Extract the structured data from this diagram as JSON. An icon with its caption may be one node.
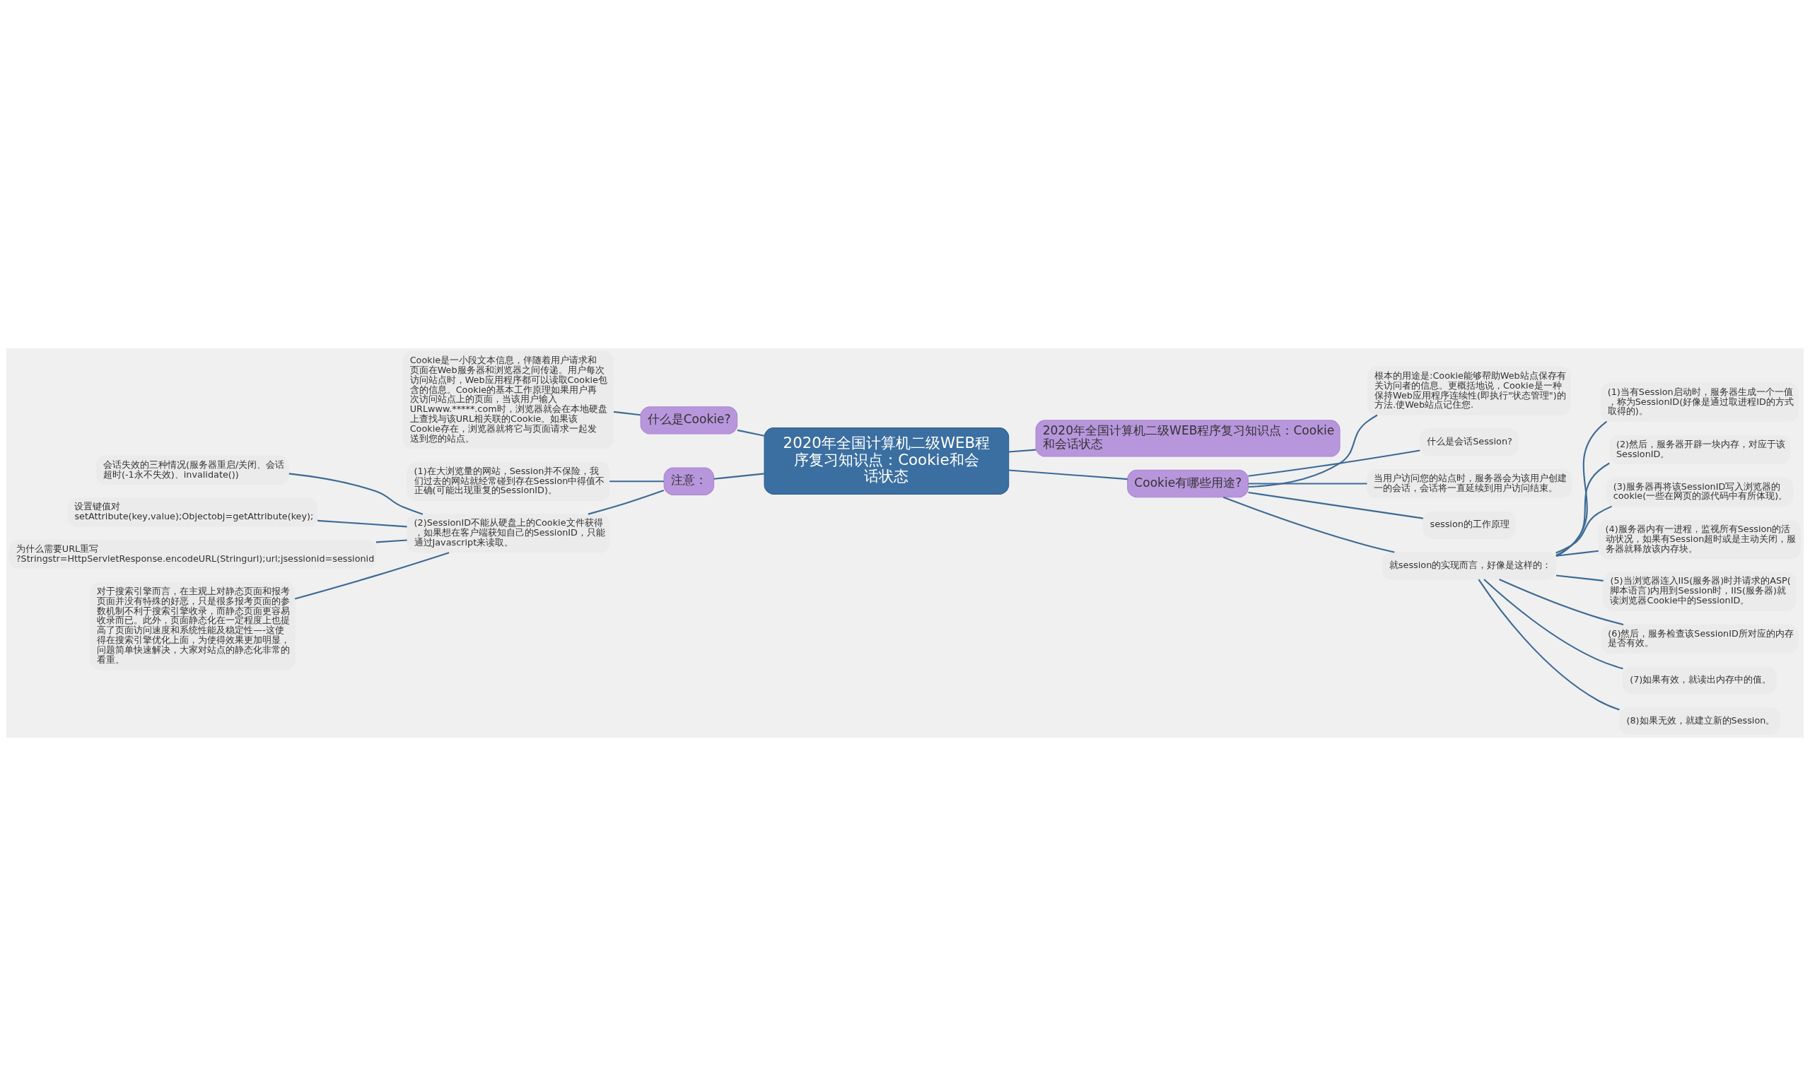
{
  "diagram": {
    "nodes": [
      {
        "text": [
          "2020年全国计算机二级WEB程序复习知识点：Cookie和会话状态"
        ]
      },
      {
        "text": [
          "什么是Cookie?"
        ]
      },
      {
        "text": [
          "Cookie是一小段文本信息，伴随着用户请求和页面在Web服务器和浏览器之间传递。用户每次访问站点时，Web应用程序都可以读取Cookie包含的信息。Cookie的基本工作原理如果用户再次访问站点上的页面，当该用户输入URLwww.*****.com时，浏览器就会在本地硬盘上查找与该URL相关联的Cookie。如果该Cookie存在，浏览器就将它与页面请求一起发送到您的站点。"
        ]
      },
      {
        "text": [
          "注意："
        ]
      },
      {
        "text": [
          "(1)在大浏览量的网站，Session并不保险，我们过去的网站就经常碰到存在Session中得值不正确(可能出现重复的SessionID)。"
        ]
      },
      {
        "text": [
          "(2)SessionID不能从硬盘上的Cookie文件获得，如果想在客户端获知自己的SessionID，只能通过Javascript来读取。"
        ]
      },
      {
        "text": [
          "会话失效的三种情况(服务器重启/关闭、会话超时(-1永不失效)、invalidate())"
        ]
      },
      {
        "text": [
          "设置键值对setAttribute(key,value);Objectobj=getAttribute(key);"
        ]
      },
      {
        "text": [
          "为什么需要URL重写?Stringstr=HttpServletResponse.encodeURL(Stringurl);url;jsessionid=sessionid"
        ]
      },
      {
        "text": [
          "对于搜索引擎而言，在主观上对静态页面和报考页面并没有特殊的好恶，只是很多报考页面的参数机制不利于搜索引擎收录，而静态页面更容易收录而已。此外，页面静态化在一定程度上也提高了页面访问速度和系统性能及稳定性—-这使得在搜索引擎优化上面，为使得效果更加明显，问题简单快速解决，大家对站点的静态化非常的看重。"
        ]
      },
      {
        "text": [
          "2020年全国计算机二级WEB程序复习知识点：Cookie和会话状态"
        ]
      },
      {
        "text": [
          "Cookie有哪些用途?"
        ]
      },
      {
        "text": [
          "根本的用途是:Cookie能够帮助Web站点保存有关访问者的信息。更概括地说，Cookie是一种保持Web应用程序连续性(即执行\"状态管理\")的方法.使Web站点记住您."
        ]
      },
      {
        "text": [
          "什么是会话Session?"
        ]
      },
      {
        "text": [
          "当用户访问您的站点时，服务器会为该用户创建一的会话，会话将一直延续到用户访问结束。"
        ]
      },
      {
        "text": [
          "session的工作原理"
        ]
      },
      {
        "text": [
          "就session的实现而言，好像是这样的："
        ]
      },
      {
        "text": [
          "(1)当有Session启动时，服务器生成一个一值，称为SessionID(好像是通过取进程ID的方式取得的)。"
        ]
      },
      {
        "text": [
          "(2)然后，服务器开辟一块内存，对应于该SessionID。"
        ]
      },
      {
        "text": [
          "(3)服务器再将该SessionID写入浏览器的cookie(一些在网页的源代码中有所体现)。"
        ]
      },
      {
        "text": [
          "(4)服务器内有一进程，监视所有Session的活动状况，如果有Session超时或是主动关闭，服务器就释放该内存块。"
        ]
      },
      {
        "text": [
          "(5)当浏览器连入IIS(服务器)时并请求的ASP(脚本语言)内用到Session时，IIS(服务器)就读浏览器Cookie中的SessionID。"
        ]
      },
      {
        "text": [
          "(6)然后，服务检查该SessionID所对应的内存是否有效。"
        ]
      },
      {
        "text": [
          "(7)如果有效，就读出内存中的值。"
        ]
      },
      {
        "text": [
          "(8)如果无效，就建立新的Session。"
        ]
      }
    ],
    "edges": [
      {
        "from": 0,
        "to": 1,
        "arrow": "none"
      },
      {
        "from": 1,
        "to": 2,
        "arrow": "none"
      },
      {
        "from": 0,
        "to": 3,
        "arrow": "none"
      },
      {
        "from": 3,
        "to": 4,
        "arrow": "none"
      },
      {
        "from": 3,
        "to": 5,
        "arrow": "none"
      },
      {
        "from": 5,
        "to": 6,
        "arrow": "none"
      },
      {
        "from": 5,
        "to": 7,
        "arrow": "none"
      },
      {
        "from": 5,
        "to": 8,
        "arrow": "none"
      },
      {
        "from": 5,
        "to": 9,
        "arrow": "none"
      },
      {
        "from": 0,
        "to": 10,
        "arrow": "none"
      },
      {
        "from": 0,
        "to": 11,
        "arrow": "none"
      },
      {
        "from": 11,
        "to": 12,
        "arrow": "none"
      },
      {
        "from": 11,
        "to": 13,
        "arrow": "none"
      },
      {
        "from": 11,
        "to": 14,
        "arrow": "none"
      },
      {
        "from": 11,
        "to": 15,
        "arrow": "none"
      },
      {
        "from": 11,
        "to": 16,
        "arrow": "none"
      },
      {
        "from": 16,
        "to": 17,
        "arrow": "none"
      },
      {
        "from": 16,
        "to": 18,
        "arrow": "none"
      },
      {
        "from": 16,
        "to": 19,
        "arrow": "none"
      },
      {
        "from": 16,
        "to": 20,
        "arrow": "none"
      },
      {
        "from": 16,
        "to": 21,
        "arrow": "none"
      },
      {
        "from": 16,
        "to": 22,
        "arrow": "none"
      },
      {
        "from": 16,
        "to": 23,
        "arrow": "none"
      },
      {
        "from": 16,
        "to": 24,
        "arrow": "none"
      }
    ]
  }
}
